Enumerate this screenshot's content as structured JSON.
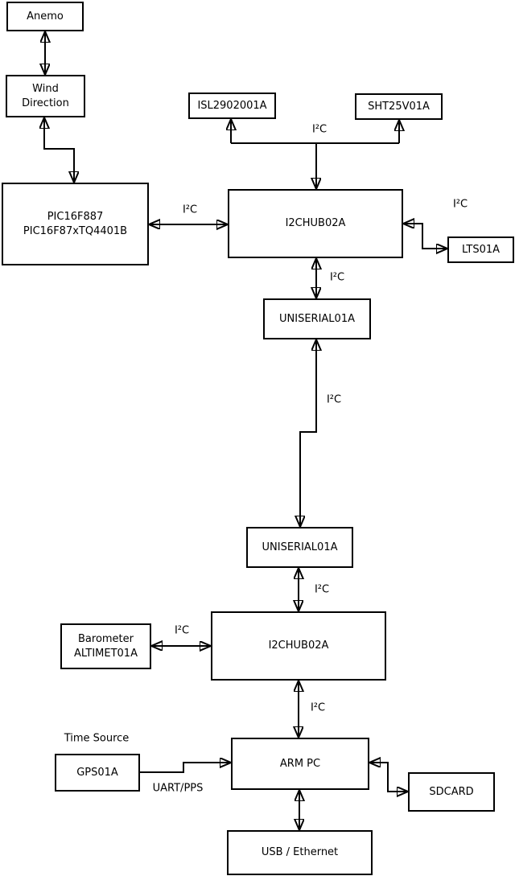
{
  "diagram": {
    "background_color": "#ffffff",
    "line_color": "#000000",
    "nodes": {
      "anemo": {
        "label": "Anemo"
      },
      "wind": {
        "label": "Wind\nDirection"
      },
      "pic": {
        "label": "PIC16F887\nPIC16F87xTQ4401B"
      },
      "isl": {
        "label": "ISL2902001A"
      },
      "sht": {
        "label": "SHT25V01A"
      },
      "hub1": {
        "label": "I2CHUB02A"
      },
      "lts": {
        "label": "LTS01A"
      },
      "uniserial1": {
        "label": "UNISERIAL01A"
      },
      "uniserial2": {
        "label": "UNISERIAL01A"
      },
      "hub2": {
        "label": "I2CHUB02A"
      },
      "barometer": {
        "label": "Barometer\nALTIMET01A"
      },
      "gps": {
        "label": "GPS01A"
      },
      "armpc": {
        "label": "ARM PC"
      },
      "sdcard": {
        "label": "SDCARD"
      },
      "usb": {
        "label": "USB / Ethernet"
      }
    },
    "edge_labels": {
      "i2c": "I²C",
      "time_source": "Time Source",
      "uart_pps": "UART/PPS"
    }
  }
}
